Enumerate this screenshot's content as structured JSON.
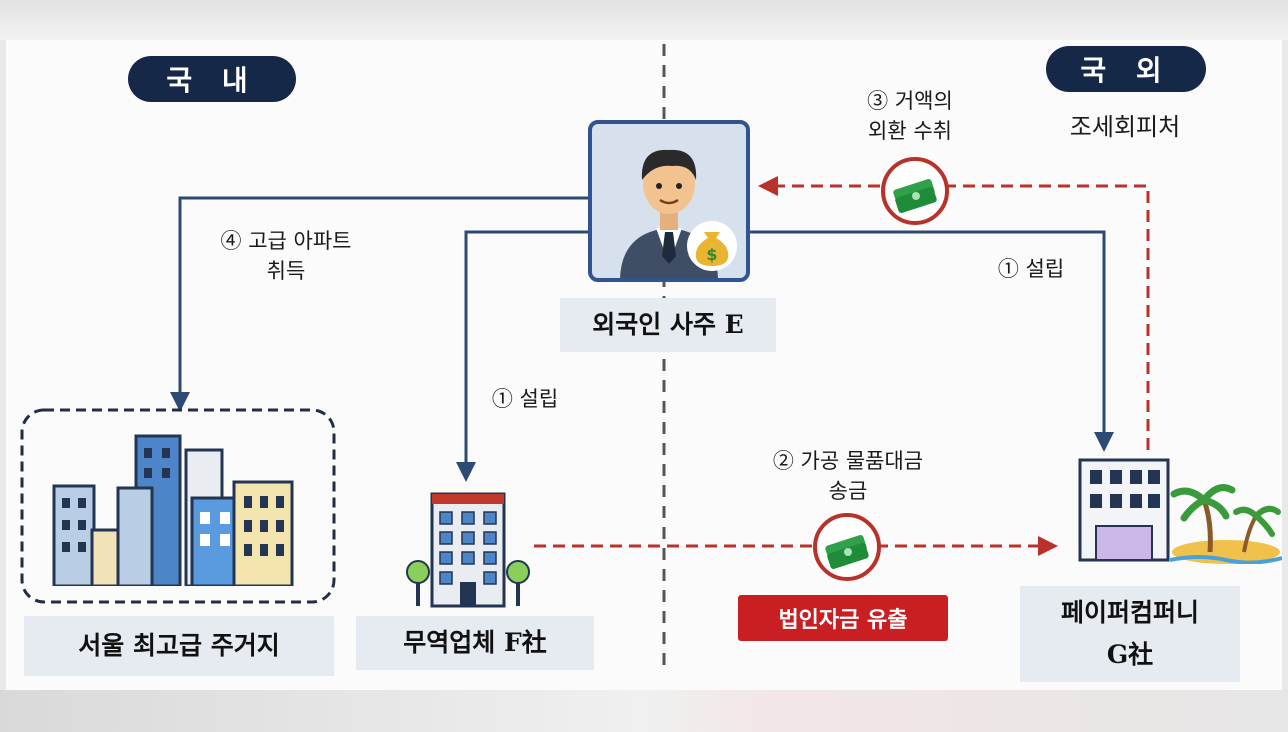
{
  "regions": {
    "domestic": "국 내",
    "overseas": "국 외"
  },
  "overseas_subtitle": "조세회피처",
  "nodes": {
    "owner": "외국인 사주 E",
    "seoul": "서울 최고급 주거지",
    "trading": "무역업체 F社",
    "paper": "페이퍼컴퍼니\nG社"
  },
  "steps": {
    "establish_g": "① 설립",
    "establish_f": "① 설립",
    "remit": "② 가공 물품대금\n송금",
    "receive": "③ 거액의\n외환 수취",
    "acquire": "④ 고급 아파트\n취득"
  },
  "outflow_label": "법인자금 유출",
  "colors": {
    "navy": "#152847",
    "arrow_blue": "#2c4a73",
    "dashed_red": "#b83229",
    "highlight_red": "#c91f23",
    "money_green": "#1f8c3a"
  },
  "icons": [
    "businessman-icon",
    "money-bag-icon",
    "city-buildings-icon",
    "office-building-icon",
    "paper-company-building-icon",
    "palm-island-icon",
    "money-stack-icon"
  ]
}
